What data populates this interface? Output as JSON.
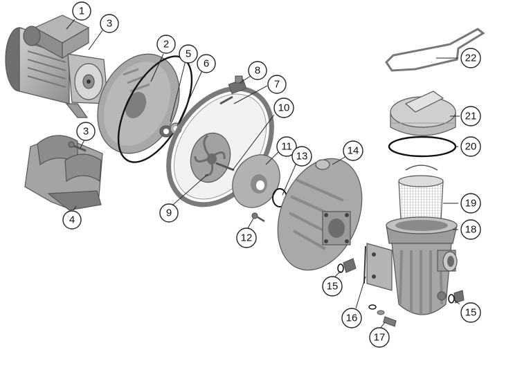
{
  "colors": {
    "part_fill": "#a9a9a9",
    "part_light": "#c7c7c7",
    "part_dark": "#7d7d7d",
    "outline": "#555555",
    "oring": "#111111",
    "callout_stroke": "#222222"
  },
  "callouts": [
    {
      "id": "c1",
      "label": "1"
    },
    {
      "id": "c3a",
      "label": "3"
    },
    {
      "id": "c2",
      "label": "2"
    },
    {
      "id": "c5",
      "label": "5"
    },
    {
      "id": "c6",
      "label": "6"
    },
    {
      "id": "c8",
      "label": "8"
    },
    {
      "id": "c7",
      "label": "7"
    },
    {
      "id": "c10",
      "label": "10"
    },
    {
      "id": "c3b",
      "label": "3"
    },
    {
      "id": "c11",
      "label": "11"
    },
    {
      "id": "c13",
      "label": "13"
    },
    {
      "id": "c14",
      "label": "14"
    },
    {
      "id": "c4",
      "label": "4"
    },
    {
      "id": "c9",
      "label": "9"
    },
    {
      "id": "c12",
      "label": "12"
    },
    {
      "id": "c22",
      "label": "22"
    },
    {
      "id": "c21",
      "label": "21"
    },
    {
      "id": "c20",
      "label": "20"
    },
    {
      "id": "c19",
      "label": "19"
    },
    {
      "id": "c18",
      "label": "18"
    },
    {
      "id": "c15a",
      "label": "15"
    },
    {
      "id": "c16",
      "label": "16"
    },
    {
      "id": "c15b",
      "label": "15"
    },
    {
      "id": "c17",
      "label": "17"
    }
  ]
}
